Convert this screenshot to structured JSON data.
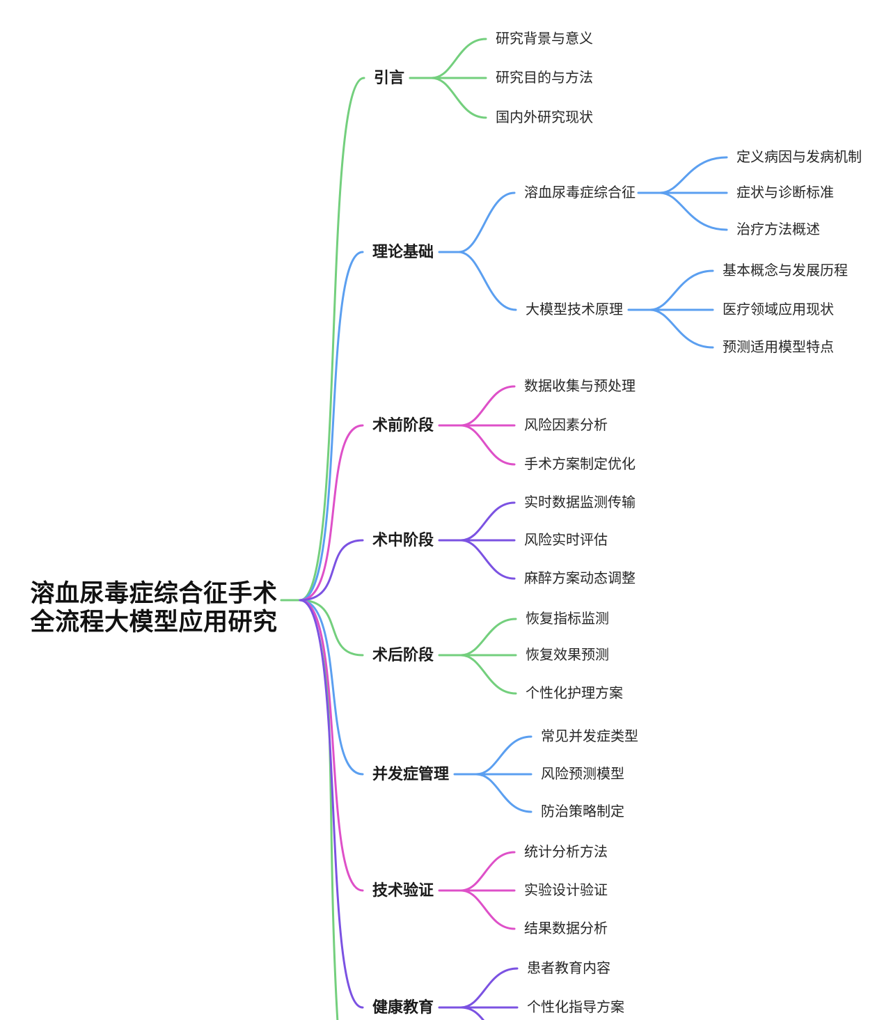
{
  "root": {
    "title_line1": "溶血尿毒症综合征手术",
    "title_line2": "全流程大模型应用研究"
  },
  "palette": {
    "green": "#73cf7d",
    "blue": "#5b9ff0",
    "magenta": "#de50c8",
    "purple": "#7b52e2",
    "text": "#1f1f1f"
  },
  "branches": [
    {
      "label": "引言",
      "color": "#73cf7d",
      "children": [
        {
          "label": "研究背景与意义"
        },
        {
          "label": "研究目的与方法"
        },
        {
          "label": "国内外研究现状"
        }
      ]
    },
    {
      "label": "理论基础",
      "color": "#5b9ff0",
      "children": [
        {
          "label": "溶血尿毒症综合征",
          "children": [
            {
              "label": "定义病因与发病机制"
            },
            {
              "label": "症状与诊断标准"
            },
            {
              "label": "治疗方法概述"
            }
          ]
        },
        {
          "label": "大模型技术原理",
          "children": [
            {
              "label": "基本概念与发展历程"
            },
            {
              "label": "医疗领域应用现状"
            },
            {
              "label": "预测适用模型特点"
            }
          ]
        }
      ]
    },
    {
      "label": "术前阶段",
      "color": "#de50c8",
      "children": [
        {
          "label": "数据收集与预处理"
        },
        {
          "label": "风险因素分析"
        },
        {
          "label": "手术方案制定优化"
        }
      ]
    },
    {
      "label": "术中阶段",
      "color": "#7b52e2",
      "children": [
        {
          "label": "实时数据监测传输"
        },
        {
          "label": "风险实时评估"
        },
        {
          "label": "麻醉方案动态调整"
        }
      ]
    },
    {
      "label": "术后阶段",
      "color": "#73cf7d",
      "children": [
        {
          "label": "恢复指标监测"
        },
        {
          "label": "恢复效果预测"
        },
        {
          "label": "个性化护理方案"
        }
      ]
    },
    {
      "label": "并发症管理",
      "color": "#5b9ff0",
      "children": [
        {
          "label": "常见并发症类型"
        },
        {
          "label": "风险预测模型"
        },
        {
          "label": "防治策略制定"
        }
      ]
    },
    {
      "label": "技术验证",
      "color": "#de50c8",
      "children": [
        {
          "label": "统计分析方法"
        },
        {
          "label": "实验设计验证"
        },
        {
          "label": "结果数据分析"
        }
      ]
    },
    {
      "label": "健康教育",
      "color": "#7b52e2",
      "children": [
        {
          "label": "患者教育内容"
        },
        {
          "label": "个性化指导方案"
        }
      ]
    }
  ]
}
